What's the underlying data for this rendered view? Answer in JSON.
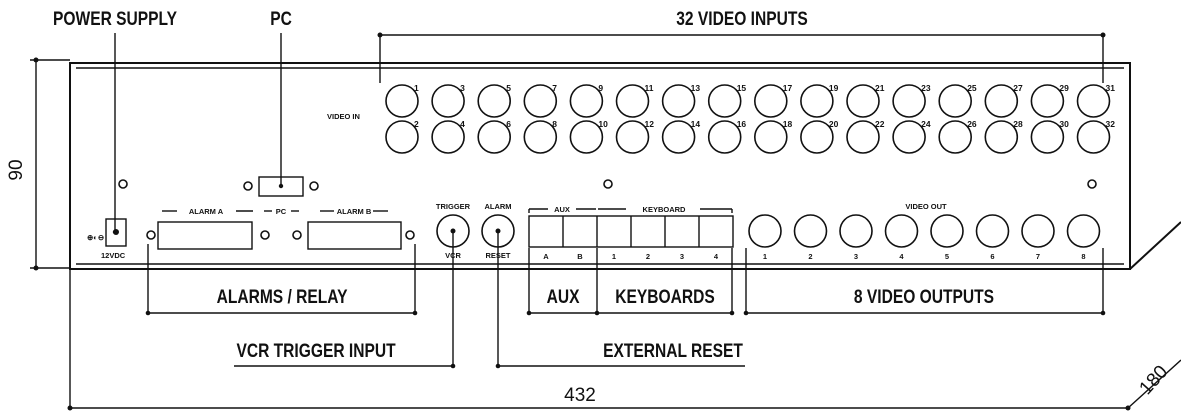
{
  "callouts": {
    "power_supply": "POWER SUPPLY",
    "pc": "PC",
    "video_inputs": "32 VIDEO INPUTS",
    "alarms_relay": "ALARMS / RELAY",
    "vcr_trigger": "VCR TRIGGER INPUT",
    "aux": "AUX",
    "keyboards": "KEYBOARDS",
    "video_outputs": "8 VIDEO OUTPUTS",
    "external_reset": "EXTERNAL RESET"
  },
  "dimensions": {
    "height": "90",
    "width": "432",
    "depth": "180"
  },
  "panel": {
    "video_in_label": "VIDEO IN",
    "video_in_top_numbers": [
      "1",
      "3",
      "5",
      "7",
      "9",
      "11",
      "13",
      "15",
      "17",
      "19",
      "21",
      "23",
      "25",
      "27",
      "29",
      "31"
    ],
    "video_in_bottom_numbers": [
      "2",
      "4",
      "6",
      "8",
      "10",
      "12",
      "14",
      "16",
      "18",
      "20",
      "22",
      "24",
      "26",
      "28",
      "30",
      "32"
    ],
    "power_label": "12VDC",
    "alarm_a_label": "ALARM A",
    "pc_label": "PC",
    "alarm_b_label": "ALARM B",
    "trigger_label": "TRIGGER",
    "vcr_label": "VCR",
    "alarm_label": "ALARM",
    "reset_label": "RESET",
    "aux_label": "AUX",
    "keyboard_label": "KEYBOARD",
    "port_labels": [
      "A",
      "B",
      "1",
      "2",
      "3",
      "4"
    ],
    "video_out_label": "VIDEO OUT",
    "video_out_numbers": [
      "1",
      "2",
      "3",
      "4",
      "5",
      "6",
      "7",
      "8"
    ]
  }
}
